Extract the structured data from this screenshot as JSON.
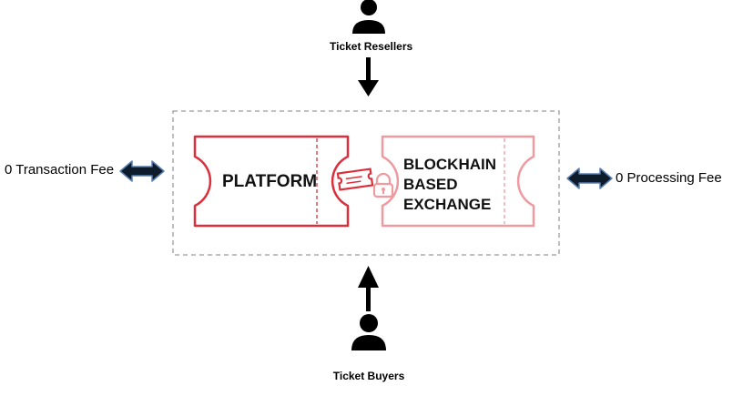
{
  "actors": {
    "top_label": "Ticket Resellers",
    "bottom_label": "Ticket Buyers"
  },
  "fees": {
    "left_label": "0 Transaction Fee",
    "right_label": "0 Processing Fee"
  },
  "tickets": {
    "left_label": "PLATFORM",
    "right_label_lines": [
      "BLOCKHAIN",
      "BASED",
      "EXCHANGE"
    ]
  },
  "icons": {
    "person": "person-icon",
    "lock": "lock-icon",
    "ticket": "ticket-icon"
  },
  "colors": {
    "ticket_red": "#dc2f3c",
    "ticket_pink": "#ee9aa0",
    "arrow_fill": "#0d1b2a",
    "arrow_outline": "#5a7fb0",
    "dashed_border": "#9a9a9a"
  }
}
